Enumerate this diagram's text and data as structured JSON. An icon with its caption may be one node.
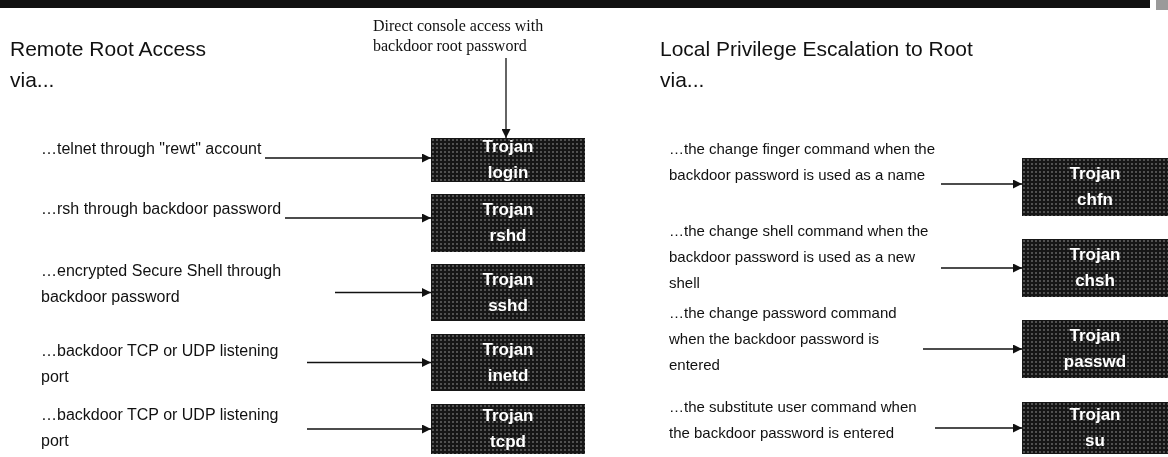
{
  "diagram": {
    "nodes": [
      {
        "text": [
          "Direct console access with backdoor root password"
        ]
      },
      {
        "text": [
          "Trojan",
          "login"
        ]
      },
      {
        "text": [
          "…telnet through \"rewt\" account"
        ]
      },
      {
        "text": [
          "Trojan",
          "rshd"
        ]
      },
      {
        "text": [
          "…rsh through backdoor password"
        ]
      },
      {
        "text": [
          "Trojan",
          "sshd"
        ]
      },
      {
        "text": [
          "…encrypted Secure Shell through backdoor password"
        ]
      },
      {
        "text": [
          "Trojan",
          "inetd"
        ]
      },
      {
        "text": [
          "…backdoor TCP or UDP listening port"
        ]
      },
      {
        "text": [
          "Trojan",
          "tcpd"
        ]
      },
      {
        "text": [
          "…backdoor TCP or UDP listening port"
        ]
      },
      {
        "text": [
          "Trojan",
          "chfn"
        ]
      },
      {
        "text": [
          "…the change finger command when the backdoor password is used as a name"
        ]
      },
      {
        "text": [
          "Trojan",
          "chsh"
        ]
      },
      {
        "text": [
          "…the change shell command when the backdoor password is used as a new shell"
        ]
      },
      {
        "text": [
          "Trojan",
          "passwd"
        ]
      },
      {
        "text": [
          "…the change password command when the backdoor password is entered"
        ]
      },
      {
        "text": [
          "Trojan",
          "su"
        ]
      },
      {
        "text": [
          "…the substitute user command when the backdoor password is entered"
        ]
      }
    ],
    "edges": [
      {
        "from": 0,
        "to": 1,
        "arrow": "to"
      },
      {
        "from": 2,
        "to": 1,
        "arrow": "to"
      },
      {
        "from": 4,
        "to": 3,
        "arrow": "to"
      },
      {
        "from": 6,
        "to": 5,
        "arrow": "to"
      },
      {
        "from": 8,
        "to": 7,
        "arrow": "to"
      },
      {
        "from": 10,
        "to": 9,
        "arrow": "to"
      },
      {
        "from": 12,
        "to": 11,
        "arrow": "to"
      },
      {
        "from": 14,
        "to": 13,
        "arrow": "to"
      },
      {
        "from": 16,
        "to": 15,
        "arrow": "to"
      },
      {
        "from": 18,
        "to": 17,
        "arrow": "to"
      }
    ],
    "labels": [
      "Remote Root Access via...",
      "Local Privilege Escalation to Root via..."
    ]
  }
}
